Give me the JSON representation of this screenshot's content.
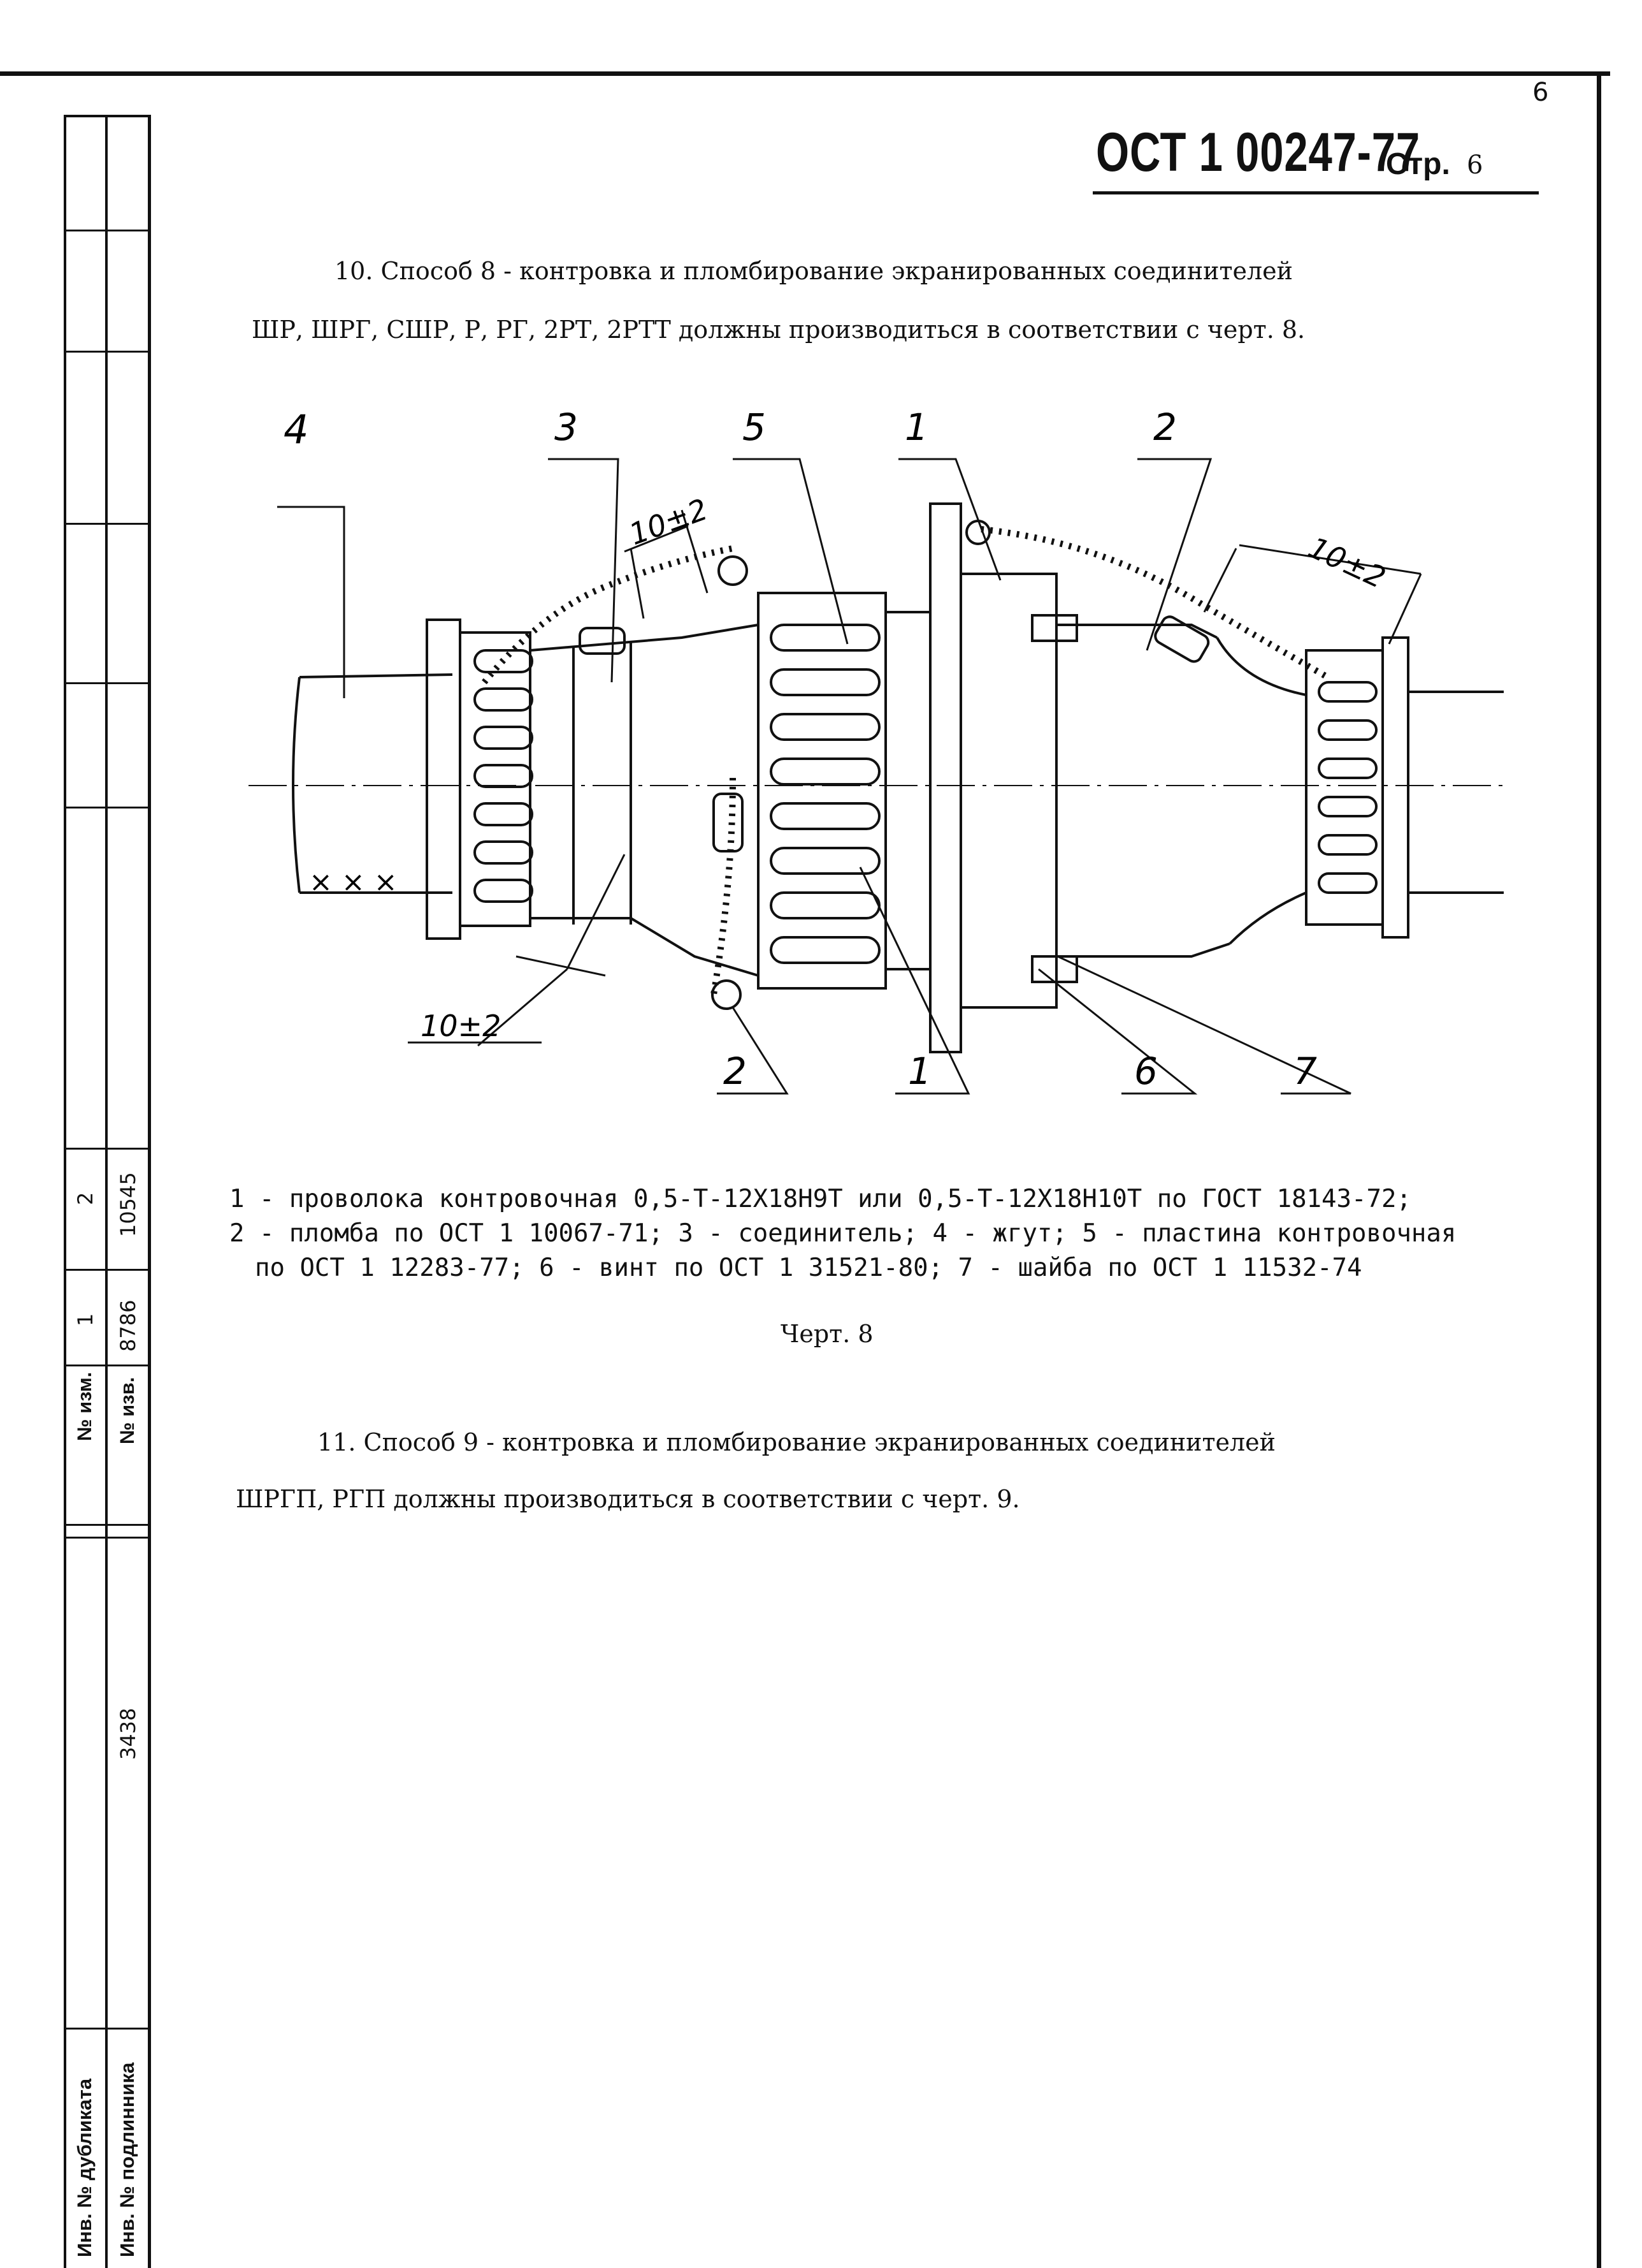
{
  "page_number_corner": "6",
  "header": {
    "doc_code": "ОСТ 1 00247-77",
    "page_label": "Стр.",
    "page_value": "6"
  },
  "paragraph10": {
    "line1": "10. Способ 8 - контровка и пломбирование экранированных соединителей",
    "line2": "ШР, ШРГ, СШР, Р, РГ, 2РТ, 2РТТ должны производиться в соответствии с черт. 8."
  },
  "drawing": {
    "callouts": [
      "4",
      "3",
      "5",
      "1",
      "2",
      "2",
      "1",
      "6",
      "7"
    ],
    "dimension_label": "10±2",
    "cable_marks": "× × ×"
  },
  "legend": {
    "line1": "1 - проволока контровочная 0,5-Т-12Х18Н9Т или 0,5-Т-12Х18Н10Т по ГОСТ 18143-72;",
    "line2": "2 - пломба по ОСТ 1 10067-71; 3 - соединитель; 4 - жгут; 5 - пластина контровочная",
    "line3": "по ОСТ 1 12283-77; 6 - винт по ОСТ 1 31521-80; 7 - шайба по ОСТ 1 11532-74"
  },
  "caption": "Черт. 8",
  "paragraph11": {
    "line1": "11. Способ 9 - контровка и пломбирование экранированных соединителей",
    "line2": "ШРГП, РГП должны производиться в соответствии с черт. 9."
  },
  "side_strip": {
    "change_label": "№ изм.",
    "notice_label": "№ изв.",
    "change_1": "1",
    "change_2": "2",
    "notice_1": "8786",
    "notice_2": "10545",
    "inv_value": "3438",
    "dup_label": "Инв. № дубликата",
    "orig_label": "Инв. № подлинника"
  }
}
